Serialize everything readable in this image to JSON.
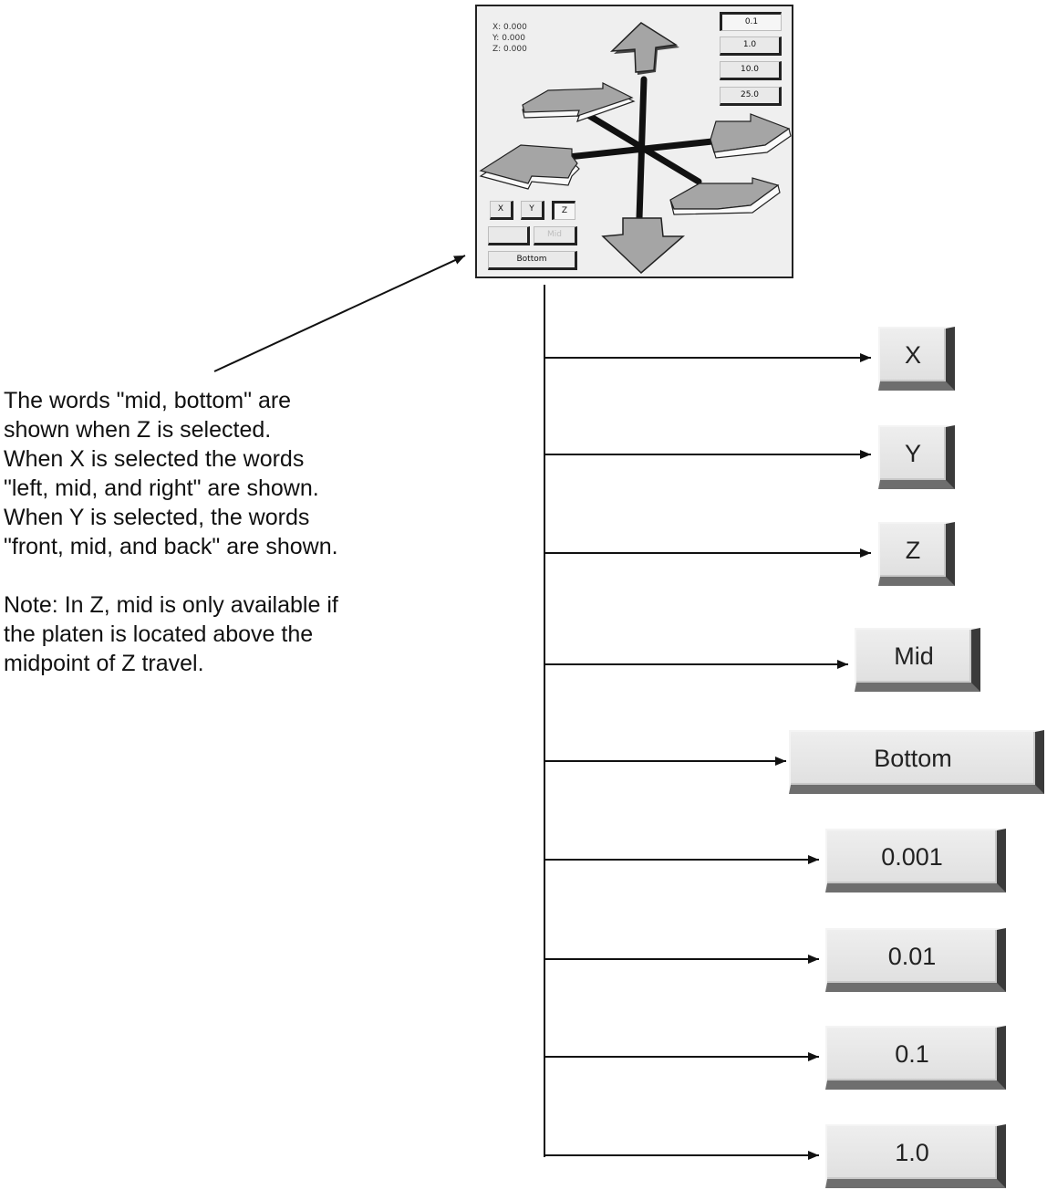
{
  "jog_panel": {
    "readout": [
      "X: 0.000",
      "Y: 0.000",
      "Z: 0.000"
    ],
    "step_buttons": [
      "0.1",
      "1.0",
      "10.0",
      "25.0"
    ],
    "axis_buttons": [
      "X",
      "Y",
      "Z"
    ],
    "selected_axis": "Z",
    "position_buttons": [
      "",
      "Mid"
    ],
    "bottom_button": "Bottom",
    "arrow_icons": [
      "arrow-up-icon",
      "arrow-down-icon",
      "arrow-left-icon",
      "arrow-right-icon",
      "arrow-back-icon",
      "arrow-front-icon"
    ]
  },
  "annotation": {
    "paragraph_1": [
      "The words \"mid, bottom\" are",
      "shown when Z is selected.",
      "When X is selected the words",
      "\"left, mid, and right\" are shown.",
      "When Y is selected, the words",
      "\"front, mid, and back\" are shown."
    ],
    "paragraph_2": [
      "Note: In Z, mid is only available if",
      "the platen is located above the",
      "midpoint of Z travel."
    ]
  },
  "callouts": [
    "X",
    "Y",
    "Z",
    "Mid",
    "Bottom",
    "0.001",
    "0.01",
    "0.1",
    "1.0"
  ],
  "colors": {
    "arrow_fill": "#a5a5a5",
    "arrow_outline": "#222222",
    "panel_bg": "#efefef"
  }
}
